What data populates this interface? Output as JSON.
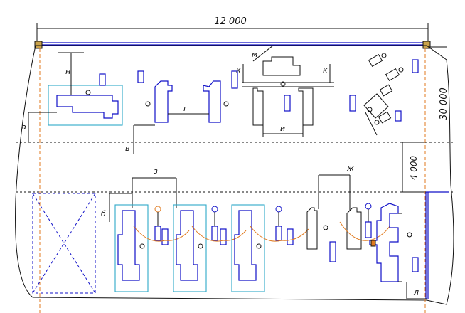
{
  "dimensions": {
    "overall_width": "12 000",
    "overall_height": "30 000",
    "aisle_width": "4 000"
  },
  "letters": {
    "a": "а",
    "b": "б",
    "v": "в",
    "g": "г",
    "z": "з",
    "zh": "ж",
    "i": "и",
    "k_left": "к",
    "k_right": "к",
    "m": "м",
    "n": "н",
    "l": "л"
  },
  "colors": {
    "wall": "#111111",
    "crane_rail": "#1010c8",
    "zone_outline": "#2fa8c8",
    "reach_arc": "#e07a1f",
    "center_line": "#111111"
  }
}
